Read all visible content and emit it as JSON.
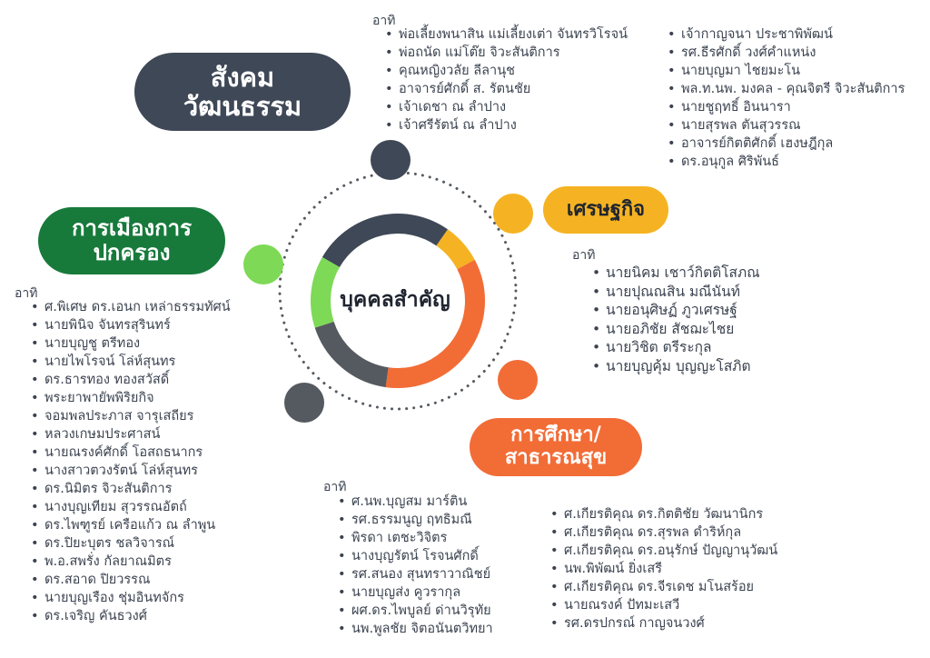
{
  "center": {
    "label": "บุคคลสำคัญ"
  },
  "colors": {
    "society": "#3f4856",
    "economy": "#f5b323",
    "education": "#f26c36",
    "politics": "#7ed957",
    "gray": "#555a60",
    "dots": "#555a60"
  },
  "categories": {
    "society": {
      "title": "สังคม\nวัฒนธรรม"
    },
    "economy": {
      "title": "เศรษฐกิจ"
    },
    "education": {
      "title": "การศึกษา/\nสาธารณสุข"
    },
    "politics": {
      "title": "การเมืองการ\nปกครอง"
    }
  },
  "lists": {
    "society_prefix": "อาทิ",
    "society_a": [
      "พ่อเลี้ยงพนาสิน แม่เลี้ยงเต่า จันทรวิโรจน์",
      "พ่อถนัด แม่โต๊ย จิวะสันติการ",
      "คุณหญิงวลัย ลีลานุช",
      "อาจารย์ศักดิ์ ส. รัตนชัย",
      "เจ้าเดชา ณ ลำปาง",
      "เจ้าศรีรัตน์ ณ ลำปาง"
    ],
    "society_b": [
      "เจ้ากาญจนา ประชาพิพัฒน์",
      "รศ.ธีรศักดิ์ วงศ์คำแหน่ง",
      "นายบุญมา ไชยมะโน",
      "พล.ท.นพ. มงคล - คุณจิตรี จิวะสันติการ",
      "นายชูฤทธิ์ อินนารา",
      "นายสุรพล ตันสุวรรณ",
      "อาจารย์กิตติศักดิ์ เฮงษฎีกุล",
      "ดร.อนุกูล ศิริพันธ์"
    ],
    "economy_prefix": "อาทิ",
    "economy": [
      "นายนิคม เชาว์กิตติโสภณ",
      "นายปุณณสิน มณีนันท์",
      "นายอนุศิษฏ์ ภูวเศรษฐ์",
      "นายอภิชัย สัชฌะไชย",
      "นายวิชิต ตรีระกุล",
      "นายบุญคุ้ม บุญญะโสภิต"
    ],
    "politics_prefix": "อาทิ",
    "politics": [
      "ศ.พิเศษ ดร.เอนก เหล่าธรรมทัศน์",
      "นายพินิจ จันทรสุรินทร์",
      "นายบุญชู ตรีทอง",
      "นายไพโรจน์ โล่ห์สุนทร",
      "ดร.ธารทอง ทองสวัสดิ์",
      "พระยาพายัพพิริยกิจ",
      "จอมพลประภาส จารุเสถียร",
      "หลวงเกษมประศาสน์",
      "นายณรงค์ศักดิ์ โอสถธนากร",
      "นางสาวตวงรัตน์ โล่ห์สุนทร",
      "ดร.นิมิตร จิวะสันติการ",
      "นางบุญเทียม สุวรรณอัตถ์",
      "ดร.ไพฑูรย์ เครือแก้ว ณ ลำพูน",
      "ดร.ปิยะบุตร ชลวิจารณ์",
      "พ.อ.สพรั่ง กัลยาณมิตร",
      "ดร.สอาด ปิยวรรณ",
      "นายบุญเรือง ชุ่มอินทจักร",
      "ดร.เจริญ คันธวงศ์"
    ],
    "education_prefix": "อาทิ",
    "education_a": [
      "ศ.นพ.บุญสม มาร์ติน",
      "รศ.ธรรมนูญ ฤทธิมณี",
      "พิรดา เตชะวิจิตร",
      "นางบุญรัตน์ โรจนศักดิ์",
      "รศ.สนอง สุนทราวาณิชย์",
      "นายบุญส่ง คูวรากุล",
      "ผศ.ดร.ไพบูลย์ ด่านวิรุทัย",
      "นพ.พูลชัย จิตอนันตวิทยา"
    ],
    "education_b": [
      "ศ.เกียรติคุณ ดร.กิตติชัย วัฒนานิกร",
      "ศ.เกียรติคุณ ดร.สุรพล ดำริห์กุล",
      "ศ.เกียรติคุณ ดร.อนุรักษ์ ปัญญานุวัฒน์",
      "นพ.พิพัฒน์ ยิ่งเสรี",
      "ศ.เกียรติคุณ ดร.จีรเดช มโนสร้อย",
      "นายณรงค์ ปัทมะเสวี",
      "รศ.ดรปกรณ์ กาญจนวงศ์"
    ]
  }
}
